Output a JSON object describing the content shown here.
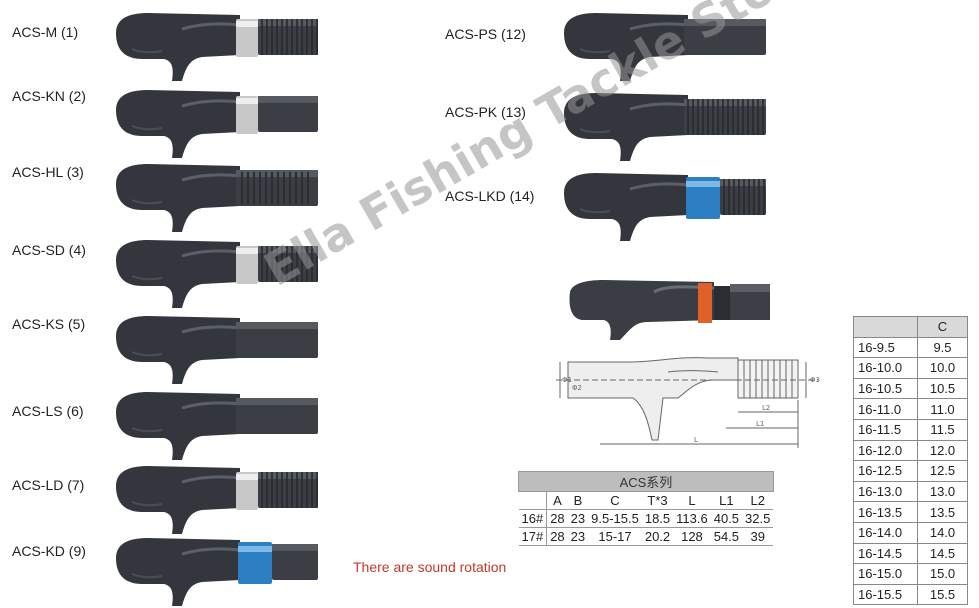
{
  "models": [
    {
      "label": "ACS-M (1)",
      "nut": "threaded",
      "ring": "silver"
    },
    {
      "label": "ACS-KN (2)",
      "nut": "plain",
      "ring": "silver"
    },
    {
      "label": "ACS-HL (3)",
      "nut": "ribbed",
      "ring": "none"
    },
    {
      "label": "ACS-SD (4)",
      "nut": "threaded",
      "ring": "silver"
    },
    {
      "label": "ACS-KS (5)",
      "nut": "plain",
      "ring": "none"
    },
    {
      "label": "ACS-LS (6)",
      "nut": "plain",
      "ring": "none"
    },
    {
      "label": "ACS-LD (7)",
      "nut": "threaded",
      "ring": "silver"
    },
    {
      "label": "ACS-KD (9)",
      "nut": "plain",
      "ring": "blue"
    },
    {
      "label": "ACS-PS (12)",
      "nut": "plain",
      "ring": "none"
    },
    {
      "label": "ACS-PK (13)",
      "nut": "threaded",
      "ring": "none"
    },
    {
      "label": "ACS-LKD (14)",
      "nut": "threaded",
      "ring": "blue"
    }
  ],
  "watermark": "Ella Fishing Tackle Store",
  "note": "There are sound rotation",
  "acs_table": {
    "title": "ACS系列",
    "headers": [
      "",
      "A",
      "B",
      "C",
      "T*3",
      "L",
      "L1",
      "L2"
    ],
    "rows": [
      [
        "16#",
        "28",
        "23",
        "9.5-15.5",
        "18.5",
        "113.6",
        "40.5",
        "32.5"
      ],
      [
        "17#",
        "28",
        "23",
        "15-17",
        "20.2",
        "128",
        "54.5",
        "39"
      ]
    ]
  },
  "c_table": {
    "header": [
      "",
      "C"
    ],
    "rows": [
      [
        "16-9.5",
        "9.5"
      ],
      [
        "16-10.0",
        "10.0"
      ],
      [
        "16-10.5",
        "10.5"
      ],
      [
        "16-11.0",
        "11.0"
      ],
      [
        "16-11.5",
        "11.5"
      ],
      [
        "16-12.0",
        "12.0"
      ],
      [
        "16-12.5",
        "12.5"
      ],
      [
        "16-13.0",
        "13.0"
      ],
      [
        "16-13.5",
        "13.5"
      ],
      [
        "16-14.0",
        "14.0"
      ],
      [
        "16-14.5",
        "14.5"
      ],
      [
        "16-15.0",
        "15.0"
      ],
      [
        "16-15.5",
        "15.5"
      ]
    ]
  },
  "drawing_labels": {
    "d1": "Φ1",
    "d2": "Φ2",
    "d3": "Φ3",
    "l2": "L2",
    "l1": "L1",
    "l": "L"
  },
  "colors": {
    "grip": "#33373d",
    "silver": "#c8c8c8",
    "blue": "#2d7fc4",
    "orange": "#e0602a",
    "note": "#c0392b"
  }
}
